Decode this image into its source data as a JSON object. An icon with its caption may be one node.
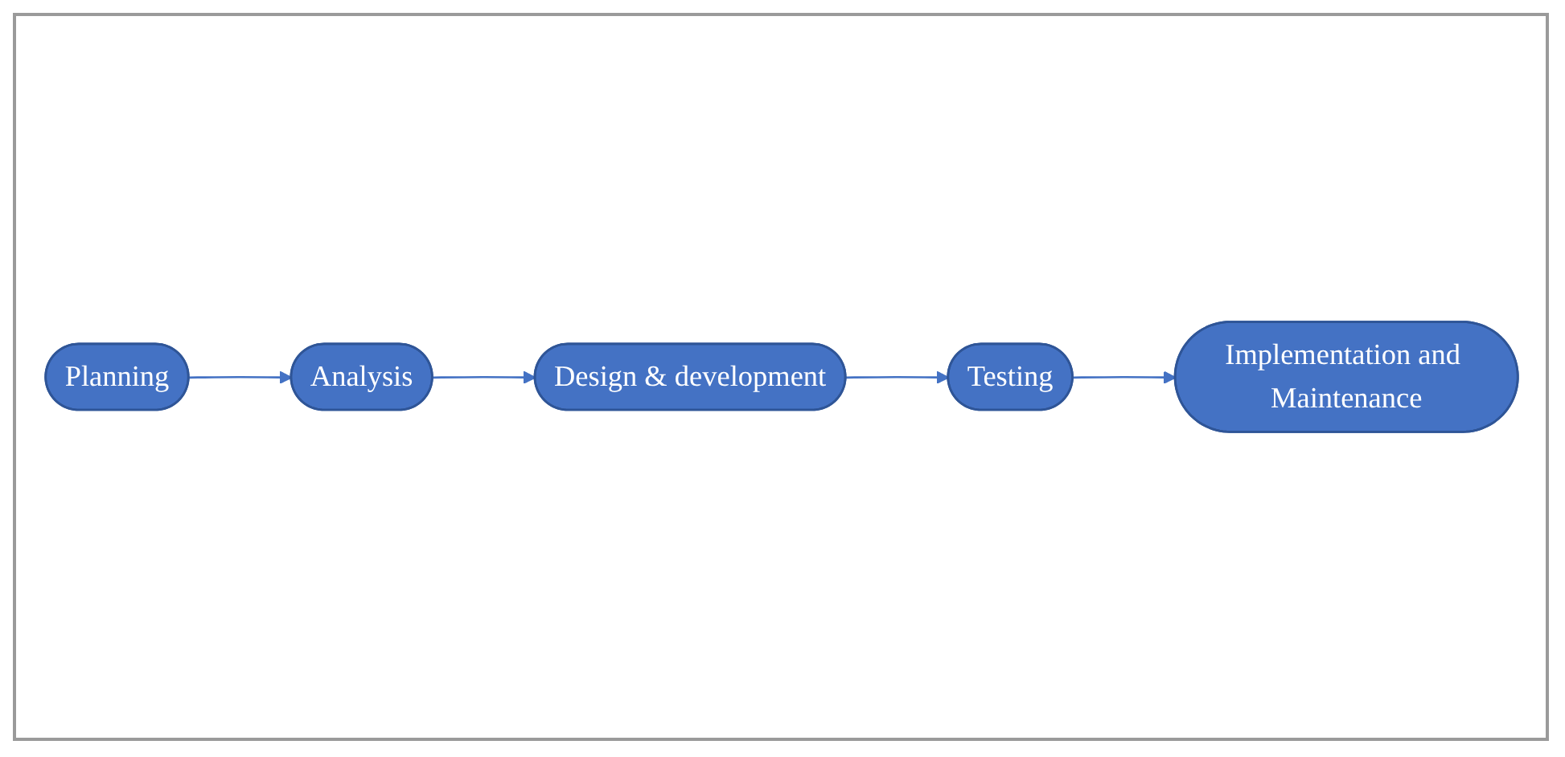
{
  "diagram": {
    "nodes": [
      {
        "text": [
          "Planning"
        ]
      },
      {
        "text": [
          "Analysis"
        ]
      },
      {
        "text": [
          "Design & development"
        ]
      },
      {
        "text": [
          "Testing"
        ]
      },
      {
        "text": [
          "Implementation and Maintenance"
        ]
      }
    ],
    "edges": [
      {
        "from": 0,
        "to": 1,
        "arrow": "to"
      },
      {
        "from": 1,
        "to": 2,
        "arrow": "to"
      },
      {
        "from": 2,
        "to": 3,
        "arrow": "to"
      },
      {
        "from": 3,
        "to": 4,
        "arrow": "to"
      }
    ]
  }
}
